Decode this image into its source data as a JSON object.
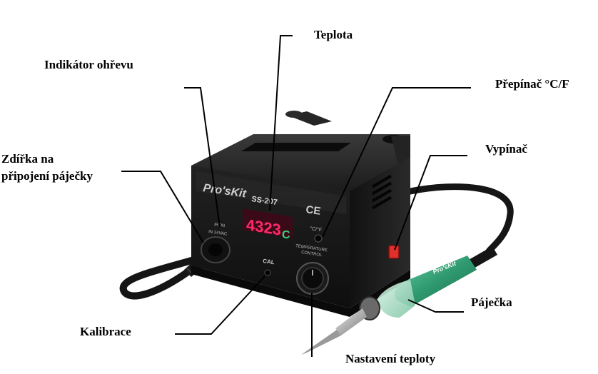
{
  "labels": {
    "temperature": "Teplota",
    "heat_indicator": "Indikátor ohřevu",
    "switch_cf": "Přepínač °C/F",
    "power_switch": "Vypínač",
    "socket_line1": "Zdířka na",
    "socket_line2": "připojení páječky",
    "iron": "Páječka",
    "calibration": "Kalibrace",
    "temp_setting": "Nastavení teploty"
  },
  "device": {
    "brand": "Pro'sKit",
    "model": "SS-207",
    "display": "4323",
    "display_unit": "C",
    "cert": "CE",
    "cf_label": "°C/°F",
    "cal_label": "CAL",
    "knob_label_1": "TEMPERATURE",
    "knob_label_2": "CONTROL",
    "socket_label_1": "IRON",
    "socket_label_2": "IN 24VAC",
    "handle_brand": "Pro'sKit"
  },
  "colors": {
    "display_red": "#ff2a6a",
    "display_green": "#39d67a",
    "housing": "#1b1b1b",
    "handle_green": "#3aa37a"
  }
}
